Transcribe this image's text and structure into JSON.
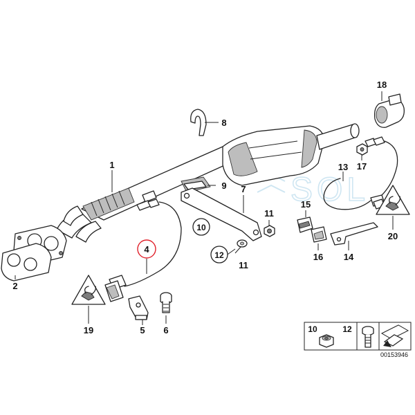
{
  "labels": {
    "p1": "1",
    "p2": "2",
    "p4": "4",
    "p5": "5",
    "p6": "6",
    "p7": "7",
    "p8": "8",
    "p9": "9",
    "p10": "10",
    "p11a": "11",
    "p11b": "11",
    "p12": "12",
    "p13": "13",
    "p14": "14",
    "p15": "15",
    "p16": "16",
    "p17": "17",
    "p18": "18",
    "p19": "19",
    "p20": "20"
  },
  "legend": {
    "n10": "10",
    "n12": "12"
  },
  "diagram_code": "00153946",
  "watermark": "SOL",
  "highlight": {
    "target": "4",
    "color": "#e0202a"
  }
}
